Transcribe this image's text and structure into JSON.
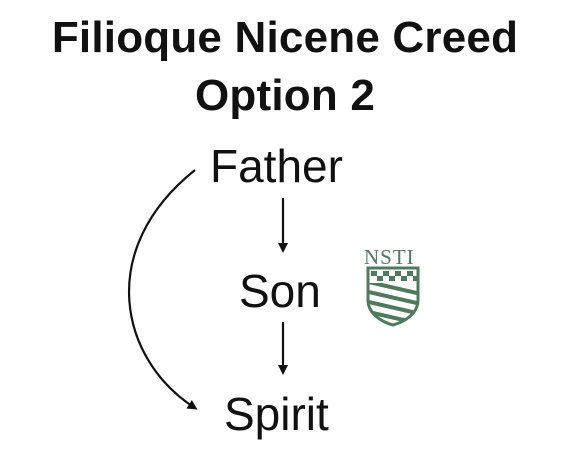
{
  "title": {
    "line1": "Filioque Nicene Creed",
    "line2": "Option 2"
  },
  "nodes": {
    "father": "Father",
    "son": "Son",
    "spirit": "Spirit"
  },
  "logo": {
    "text": "NSTI",
    "color": "#4f7a5e"
  },
  "colors": {
    "text": "#111111",
    "arrow": "#111111",
    "background": "#ffffff"
  }
}
